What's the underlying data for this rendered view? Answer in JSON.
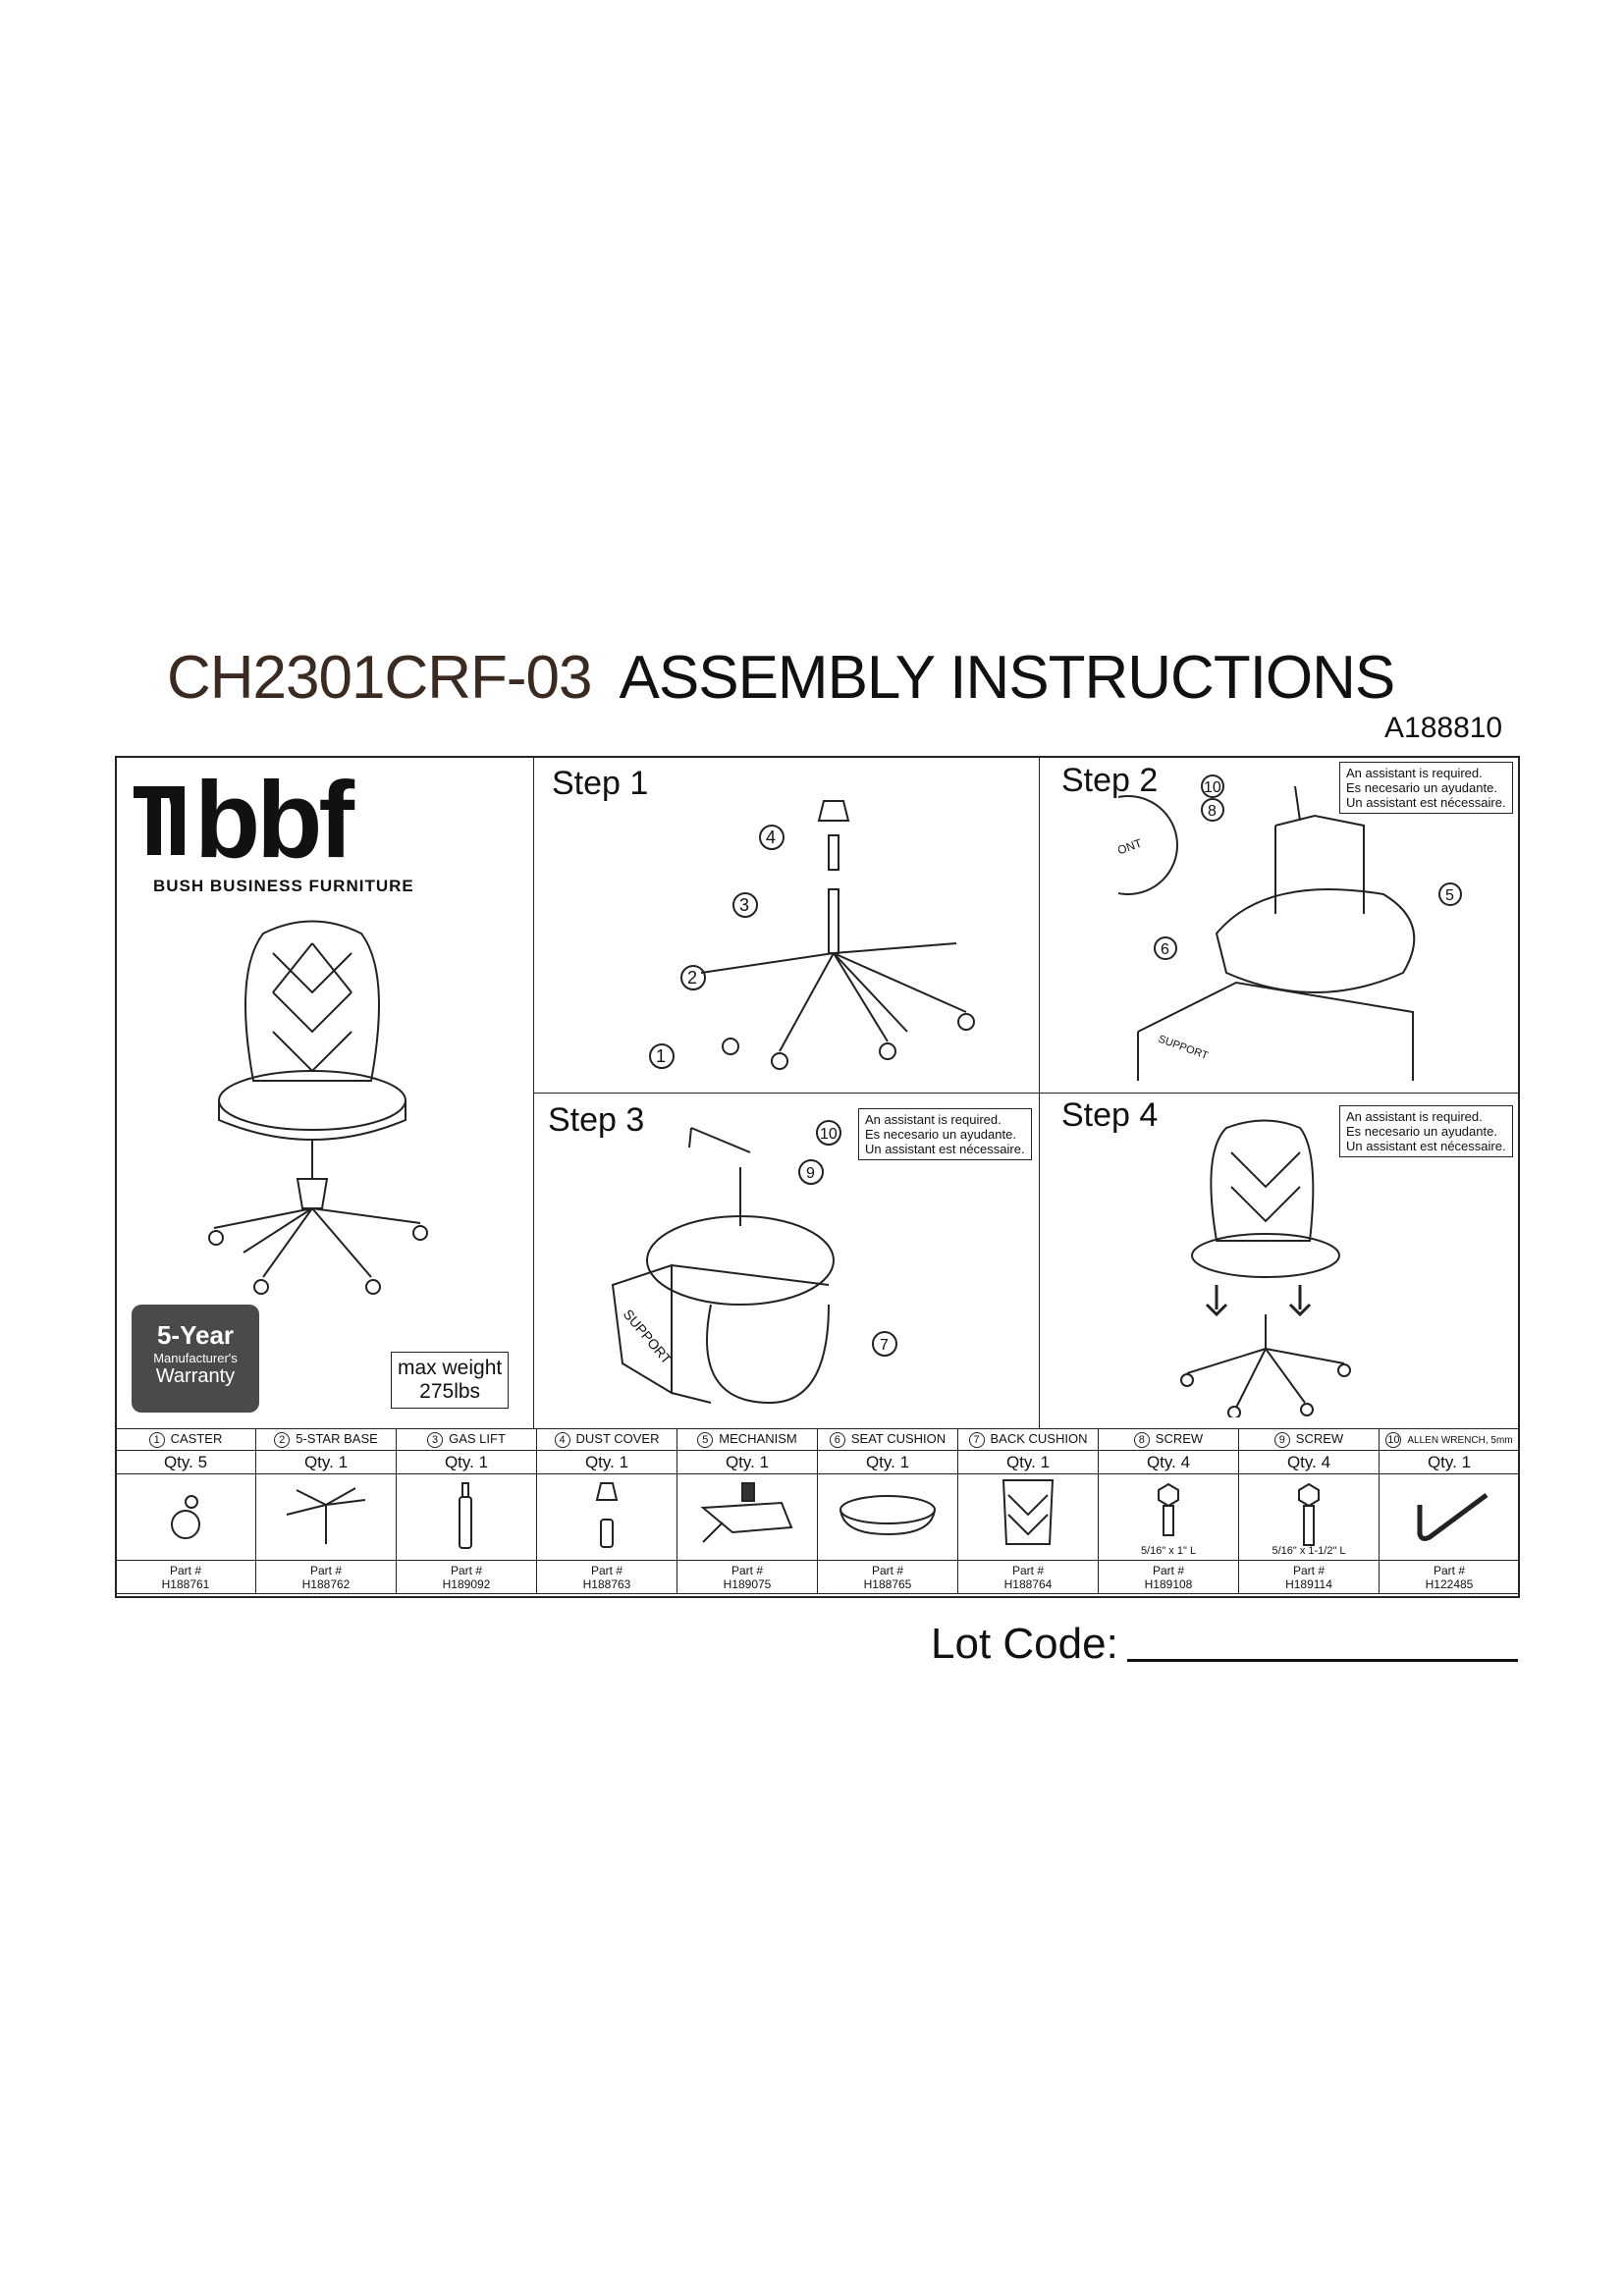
{
  "header": {
    "model": "CH2301CRF-03",
    "title": "ASSEMBLY INSTRUCTIONS",
    "doc_number": "A188810"
  },
  "brand": {
    "logo": "bbf",
    "name": "BUSH BUSINESS FURNITURE"
  },
  "warranty": {
    "years": "5-Year",
    "line1": "Manufacturer's",
    "line2": "Warranty"
  },
  "max_weight": {
    "label": "max weight",
    "value": "275lbs"
  },
  "steps": [
    {
      "label": "Step 1",
      "callouts": [
        "1",
        "2",
        "3",
        "4"
      ]
    },
    {
      "label": "Step 2",
      "callouts": [
        "5",
        "6",
        "8",
        "10"
      ],
      "labels": [
        "FRONT",
        "SUPPORT"
      ]
    },
    {
      "label": "Step 3",
      "callouts": [
        "7",
        "9",
        "10"
      ],
      "labels": [
        "SUPPORT"
      ]
    },
    {
      "label": "Step 4"
    }
  ],
  "assistant_note": [
    "An assistant is required.",
    "Es necesario un ayudante.",
    "Un assistant est nécessaire."
  ],
  "parts": [
    {
      "num": "1",
      "name": "CASTER",
      "qty": "Qty. 5",
      "part_label": "Part #",
      "part": "H188761"
    },
    {
      "num": "2",
      "name": "5-STAR BASE",
      "qty": "Qty. 1",
      "part_label": "Part #",
      "part": "H188762"
    },
    {
      "num": "3",
      "name": "GAS LIFT",
      "qty": "Qty. 1",
      "part_label": "Part #",
      "part": "H189092"
    },
    {
      "num": "4",
      "name": "DUST COVER",
      "qty": "Qty. 1",
      "part_label": "Part #",
      "part": "H188763"
    },
    {
      "num": "5",
      "name": "MECHANISM",
      "qty": "Qty. 1",
      "part_label": "Part #",
      "part": "H189075"
    },
    {
      "num": "6",
      "name": "SEAT CUSHION",
      "qty": "Qty. 1",
      "part_label": "Part #",
      "part": "H188765"
    },
    {
      "num": "7",
      "name": "BACK CUSHION",
      "qty": "Qty. 1",
      "part_label": "Part #",
      "part": "H188764"
    },
    {
      "num": "8",
      "name": "SCREW",
      "qty": "Qty. 4",
      "size": "5/16\" x 1\" L",
      "part_label": "Part #",
      "part": "H189108"
    },
    {
      "num": "9",
      "name": "SCREW",
      "qty": "Qty. 4",
      "size": "5/16\" x 1-1/2\" L",
      "part_label": "Part #",
      "part": "H189114"
    },
    {
      "num": "10",
      "name": "ALLEN WRENCH, 5mm",
      "qty": "Qty. 1",
      "part_label": "Part #",
      "part": "H122485"
    }
  ],
  "lot_code": {
    "label": "Lot Code:"
  }
}
